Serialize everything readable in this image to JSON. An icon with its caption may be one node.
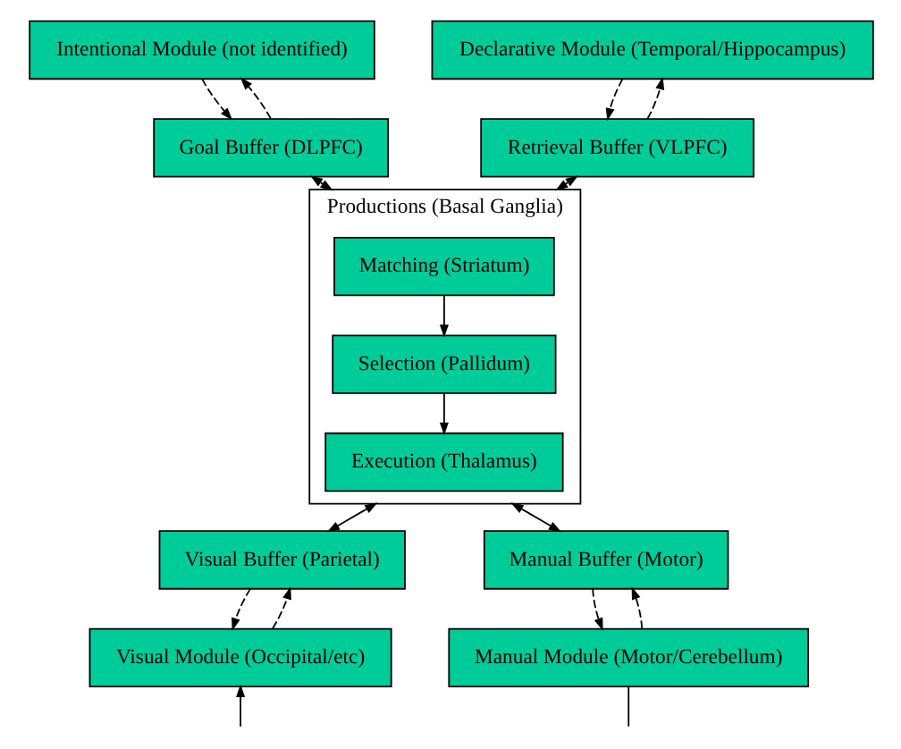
{
  "diagram": {
    "nodes": [
      {
        "text": [
          "Intentional Module (not identified)"
        ]
      },
      {
        "text": [
          "Declarative Module (Temporal/Hippocampus)"
        ]
      },
      {
        "text": [
          "Goal Buffer (DLPFC)"
        ]
      },
      {
        "text": [
          "Retrieval Buffer (VLPFC)"
        ]
      },
      {
        "text": [
          "Productions (Basal Ganglia)"
        ]
      },
      {
        "text": [
          "Matching (Striatum)"
        ],
        "in": 4
      },
      {
        "text": [
          "Selection (Pallidum)"
        ],
        "in": 4
      },
      {
        "text": [
          "Execution (Thalamus)"
        ],
        "in": 4
      },
      {
        "text": [
          "Visual Buffer (Parietal)"
        ]
      },
      {
        "text": [
          "Manual Buffer (Motor)"
        ]
      },
      {
        "text": [
          "Visual Module (Occipital/etc)"
        ]
      },
      {
        "text": [
          "Manual Module (Motor/Cerebellum)"
        ]
      }
    ],
    "edges": [
      {
        "from": 0,
        "to": 2,
        "arrow": "to",
        "style": "dashed"
      },
      {
        "from": 2,
        "to": 0,
        "arrow": "to",
        "style": "dashed"
      },
      {
        "from": 1,
        "to": 3,
        "arrow": "to",
        "style": "dashed"
      },
      {
        "from": 3,
        "to": 1,
        "arrow": "to",
        "style": "dashed"
      },
      {
        "from": 2,
        "to": 4,
        "arrow": "both"
      },
      {
        "from": 3,
        "to": 4,
        "arrow": "both"
      },
      {
        "from": 5,
        "to": 6,
        "arrow": "to"
      },
      {
        "from": 6,
        "to": 7,
        "arrow": "to"
      },
      {
        "from": 4,
        "to": 8,
        "arrow": "both"
      },
      {
        "from": 4,
        "to": 9,
        "arrow": "both"
      },
      {
        "from": 8,
        "to": 10,
        "arrow": "to",
        "style": "dashed"
      },
      {
        "from": 10,
        "to": 8,
        "arrow": "to",
        "style": "dashed"
      },
      {
        "from": 9,
        "to": 11,
        "arrow": "to",
        "style": "dashed"
      },
      {
        "from": 11,
        "to": 9,
        "arrow": "to",
        "style": "dashed"
      },
      {
        "from": null,
        "to": 10,
        "arrow": "to"
      },
      {
        "from": 11,
        "to": null,
        "arrow": "none"
      }
    ]
  }
}
